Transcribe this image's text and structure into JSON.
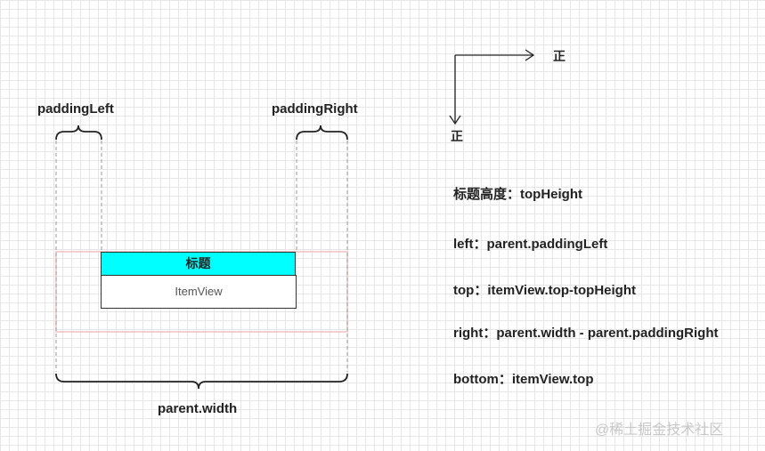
{
  "labels": {
    "padding_left": "paddingLeft",
    "padding_right": "paddingRight",
    "parent_width": "parent.width",
    "axis_x": "正",
    "axis_y": "正"
  },
  "boxes": {
    "title": "标题",
    "item_view": "ItemView"
  },
  "formulas": [
    "标题高度：topHeight",
    "left：parent.paddingLeft",
    "top：itemView.top-topHeight",
    "right：parent.width - parent.paddingRight",
    "bottom：itemView.top"
  ],
  "watermark": "@稀土掘金技术社区",
  "colors": {
    "title_fill": "#00ffff",
    "parent_border": "#f2c0c0",
    "guide_line": "#aaaaaa"
  }
}
